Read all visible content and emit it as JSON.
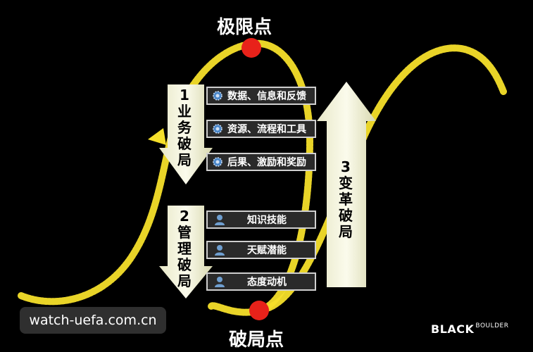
{
  "diagram": {
    "limit_point_label": "极限点",
    "break_point_label": "破局点",
    "phase1": {
      "number": "1",
      "chars": [
        "业",
        "务",
        "破",
        "局"
      ]
    },
    "phase2": {
      "number": "2",
      "chars": [
        "管",
        "理",
        "破",
        "局"
      ]
    },
    "phase3": {
      "number": "3",
      "chars": [
        "变",
        "革",
        "破",
        "局"
      ]
    },
    "business_items": [
      "数据、信息和反馈",
      "资源、流程和工具",
      "后果、激励和奖励"
    ],
    "management_items": [
      "知识技能",
      "天赋潜能",
      "态度动机"
    ],
    "colors": {
      "curve": "#f5df2a",
      "point": "#e8221a",
      "arrow": "#f2f2d8"
    }
  },
  "watermark": "watch-uefa.com.cn",
  "brand": {
    "left": "BLACK",
    "right": "BOULDER"
  }
}
